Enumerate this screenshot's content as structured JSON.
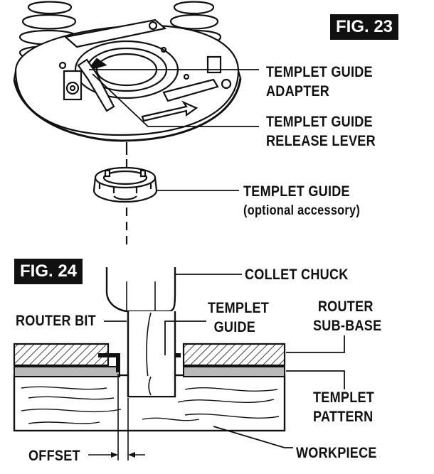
{
  "fig23": {
    "title": "FIG. 23",
    "labels": {
      "adapter_l1": "TEMPLET GUIDE",
      "adapter_l2": "ADAPTER",
      "release_l1": "TEMPLET GUIDE",
      "release_l2": "RELEASE LEVER",
      "guide_l1": "TEMPLET GUIDE",
      "guide_l2": "(optional accessory)"
    }
  },
  "fig24": {
    "title": "FIG. 24",
    "labels": {
      "collet": "COLLET CHUCK",
      "router_bit": "ROUTER BIT",
      "templet_guide_l1": "TEMPLET",
      "templet_guide_l2": "GUIDE",
      "subbase_l1": "ROUTER",
      "subbase_l2": "SUB-BASE",
      "pattern_l1": "TEMPLET",
      "pattern_l2": "PATTERN",
      "offset": "OFFSET",
      "workpiece": "WORKPIECE"
    }
  },
  "colors": {
    "ink": "#111111",
    "pattern_gray": "#b9b9b9",
    "paper": "#ffffff"
  }
}
